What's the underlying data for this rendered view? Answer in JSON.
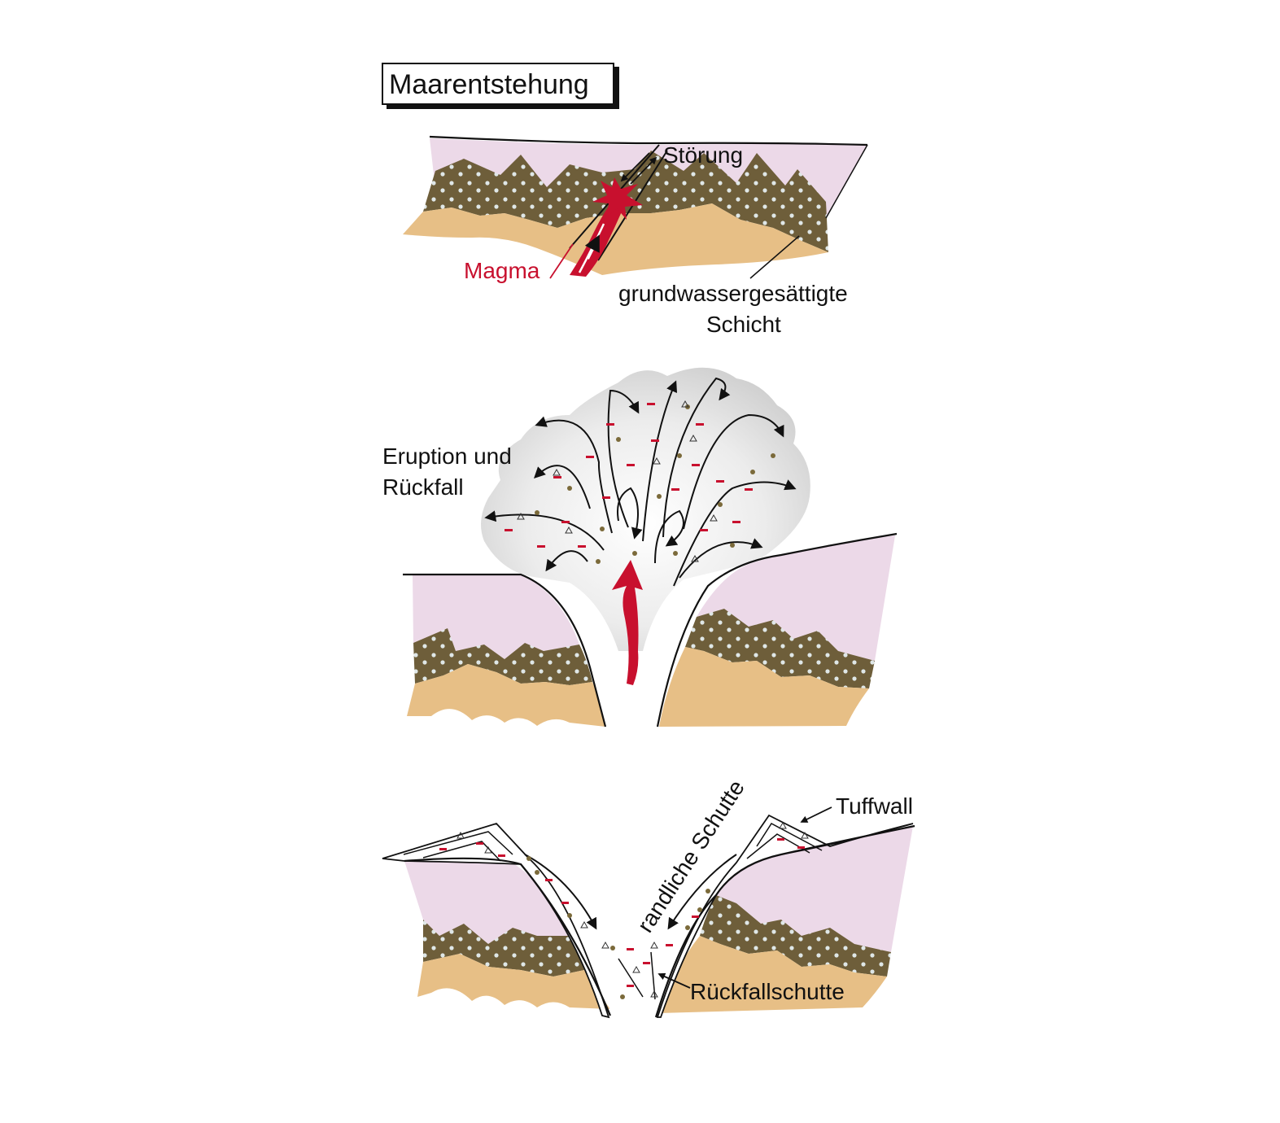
{
  "title": "Maarentstehung",
  "panel1": {
    "fault_label": "Störung",
    "magma_label": "Magma",
    "aquifer_label_line1": "grundwassergesättigte",
    "aquifer_label_line2": "Schicht"
  },
  "panel2": {
    "label_line1": "Eruption und",
    "label_line2": "Rückfall"
  },
  "panel3": {
    "tuff_ring_label": "Tuffwall",
    "marginal_debris_label": "randliche Schutte",
    "fallback_debris_label": "Rückfallschutte"
  },
  "colors": {
    "pink_layer": "#ecd9e8",
    "aquifer": "#6e5e3a",
    "aquifer_dots": "#dfe7e7",
    "sand_layer": "#e7bf86",
    "magma": "#c8102e",
    "cloud": "#d6d6d6",
    "line": "#111111"
  }
}
